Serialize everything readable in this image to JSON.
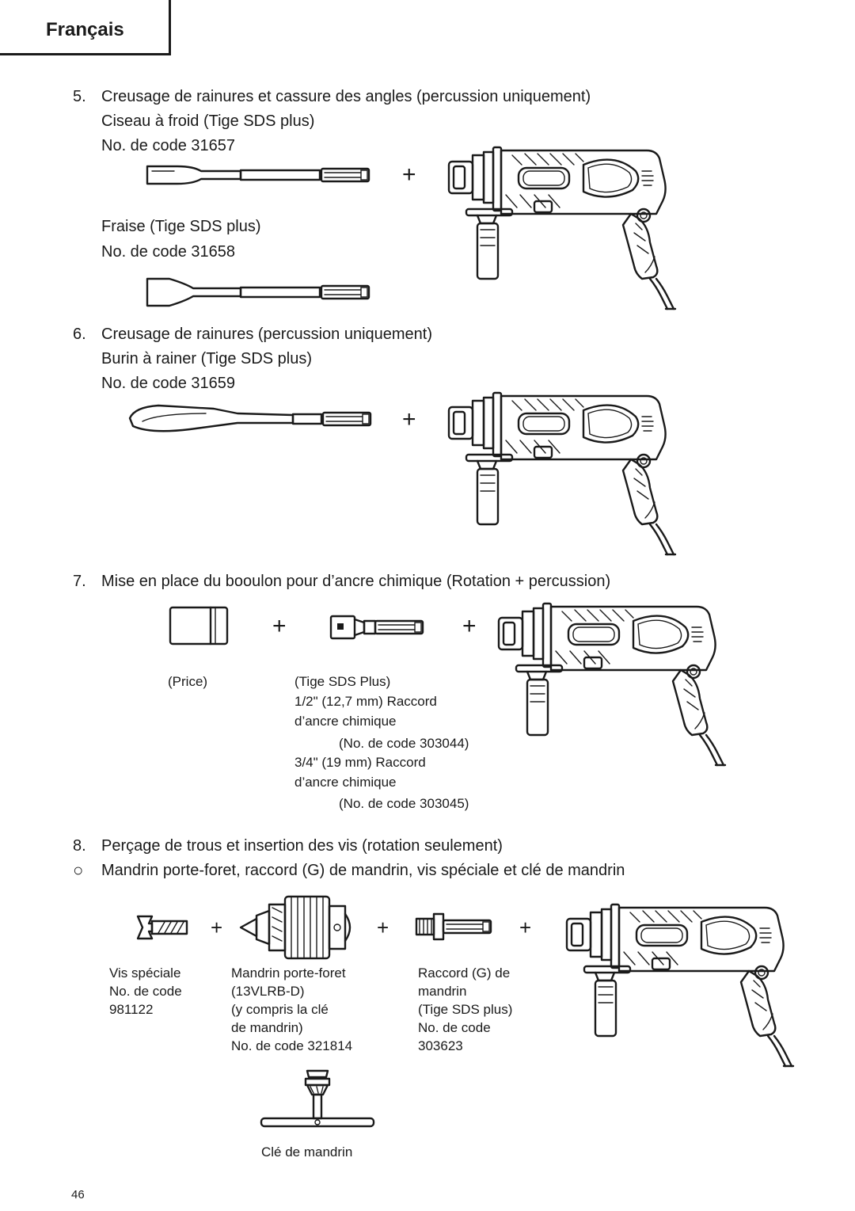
{
  "header": {
    "language": "Français"
  },
  "section5": {
    "number": "5.",
    "title": "Creusage de rainures et cassure des angles (percussion uniquement)",
    "item1_name": "Ciseau à froid (Tige SDS plus)",
    "item1_code": "No. de code 31657",
    "item2_name": "Fraise (Tige SDS plus)",
    "item2_code": "No. de code 31658",
    "plus": "+"
  },
  "section6": {
    "number": "6.",
    "title": "Creusage de rainures (percussion uniquement)",
    "item_name": "Burin à rainer (Tige SDS plus)",
    "item_code": "No. de code 31659",
    "plus": "+"
  },
  "section7": {
    "number": "7.",
    "title": "Mise en place du booulon pour d’ancre chimique (Rotation + percussion)",
    "plus": "+",
    "price_label": "(Price)",
    "sds_lines": [
      "(Tige SDS Plus)",
      "1/2\" (12,7 mm) Raccord",
      "d’ancre chimique",
      "(No. de code 303044)",
      "3/4\" (19 mm) Raccord",
      "d’ancre chimique",
      "(No. de code 303045)"
    ]
  },
  "section8": {
    "number": "8.",
    "title": "Perçage de trous et insertion des vis (rotation seulement)",
    "bullet": "○",
    "bullet_text": "Mandrin porte-foret, raccord (G) de mandrin, vis spéciale et clé de mandrin",
    "plus": "+",
    "screw_lines": [
      "Vis spéciale",
      "No. de code",
      "981122"
    ],
    "chuck_lines": [
      "Mandrin porte-foret",
      "(13VLRB-D)",
      "(y compris la clé",
      "de mandrin)",
      "No. de code 321814"
    ],
    "adapter_lines": [
      "Raccord (G) de",
      "mandrin",
      "(Tige SDS plus)",
      "No. de code",
      "303623"
    ],
    "key_label": "Clé de mandrin"
  },
  "footer": {
    "page_number": "46"
  }
}
